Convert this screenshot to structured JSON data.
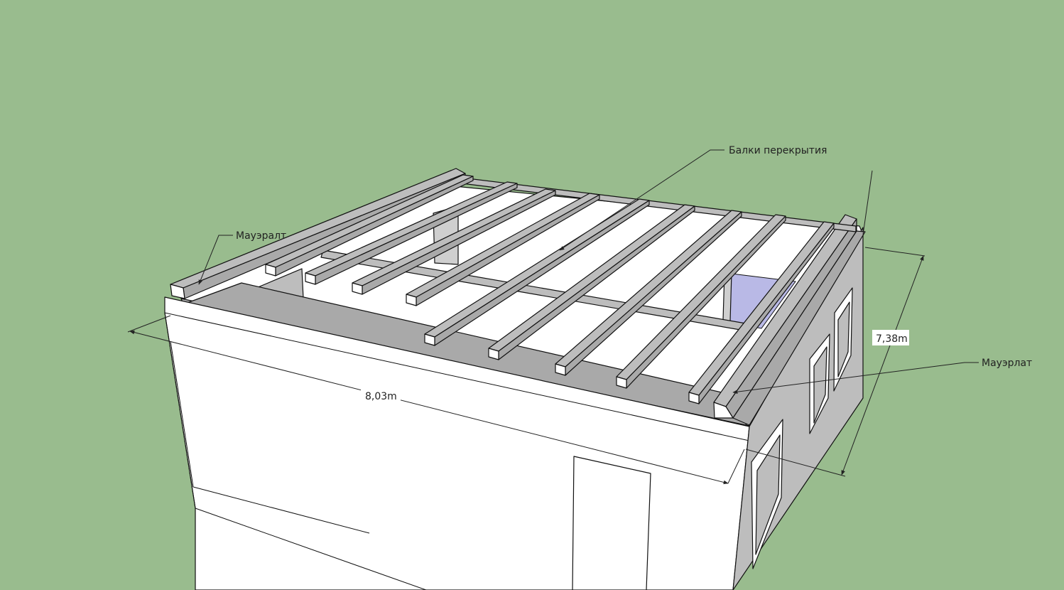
{
  "labels": {
    "beams": "Балки перекрытия",
    "mauerlat_left": "Мауэралт",
    "mauerlat_right": "Мауэрлат"
  },
  "dimensions": {
    "length": "8,03m",
    "width": "7,38m"
  },
  "colors": {
    "background": "#99bc8e",
    "wall": "#ffffff",
    "timber": "#bdbdbd",
    "glass": "#b9b9e6"
  }
}
